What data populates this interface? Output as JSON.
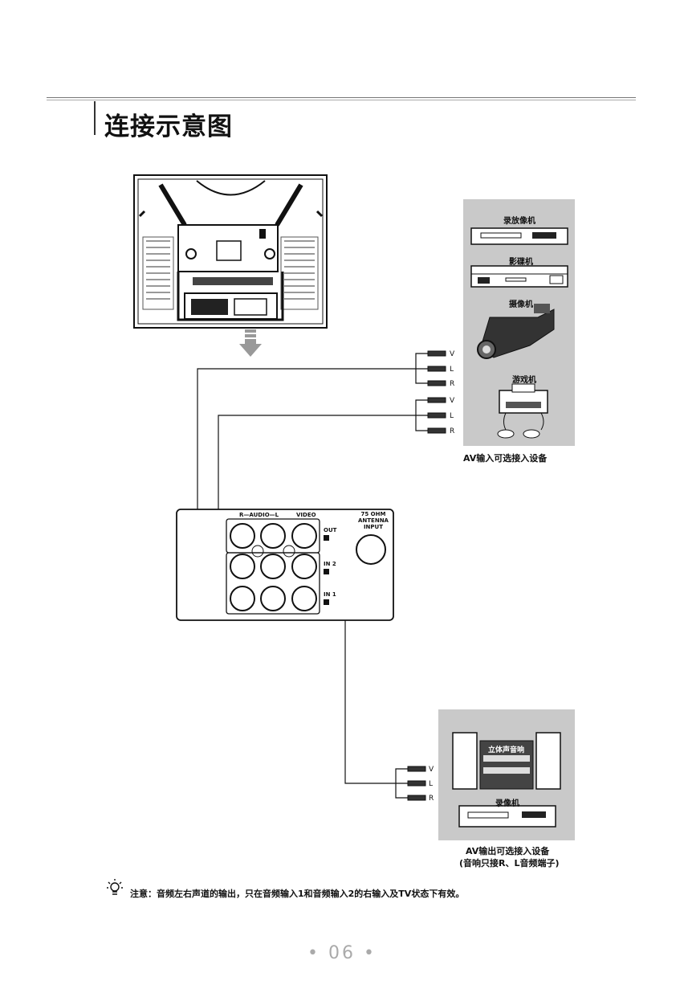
{
  "header": {
    "title": "连接示意图"
  },
  "input_devices": {
    "vcr_label": "录放像机",
    "vcd_label": "影碟机",
    "camcorder_label": "摄像机",
    "game_label": "游戏机",
    "caption": "AV输入可选接入设备"
  },
  "input_plugs": {
    "group1": [
      "V",
      "L",
      "R"
    ],
    "group2": [
      "V",
      "L",
      "R"
    ]
  },
  "tv_panel": {
    "audio_label": "R—AUDIO—L",
    "video_label": "VIDEO",
    "antenna_label": "75 OHM\nANTENNA\nINPUT",
    "out_label": "OUT",
    "in2_label": "IN 2",
    "in1_label": "IN 1"
  },
  "output_plugs": [
    "V",
    "L",
    "R"
  ],
  "output_devices": {
    "stereo_label": "立体声音响",
    "recorder_label": "录像机",
    "caption_line1": "AV输出可选接入设备",
    "caption_line2": "(音响只接R、L音频端子)"
  },
  "note": {
    "text": "注意：音频左右声道的输出，只在音频输入1和音频输入2的右输入及TV状态下有效。",
    "icon": "bulb-icon"
  },
  "page_number": "• 06 •"
}
